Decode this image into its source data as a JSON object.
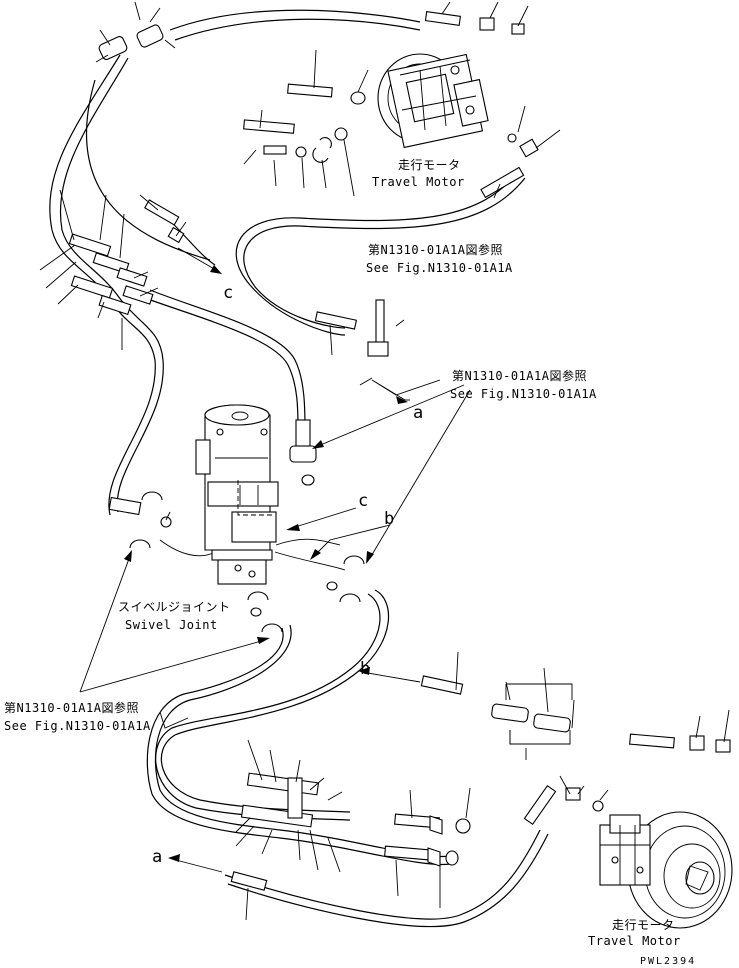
{
  "labels": {
    "travel_motor_top_jp": "走行モータ",
    "travel_motor_top_en": "Travel Motor",
    "travel_motor_bottom_jp": "走行モータ",
    "travel_motor_bottom_en": "Travel Motor",
    "swivel_joint_jp": "スイベルジョイント",
    "swivel_joint_en": "Swivel Joint",
    "ref1_jp": "第N1310-01A1A図参照",
    "ref1_en": "See Fig.N1310-01A1A",
    "ref2_jp": "第N1310-01A1A図参照",
    "ref2_en": "See Fig.N1310-01A1A",
    "ref3_jp": "第N1310-01A1A図参照",
    "ref3_en": "See Fig.N1310-01A1A",
    "letter_a_top": "a",
    "letter_a_bottom": "a",
    "letter_b_mid": "b",
    "letter_b_left": "b",
    "letter_c_top": "c",
    "letter_c_mid": "c",
    "drawing_code": "PWL2394"
  }
}
